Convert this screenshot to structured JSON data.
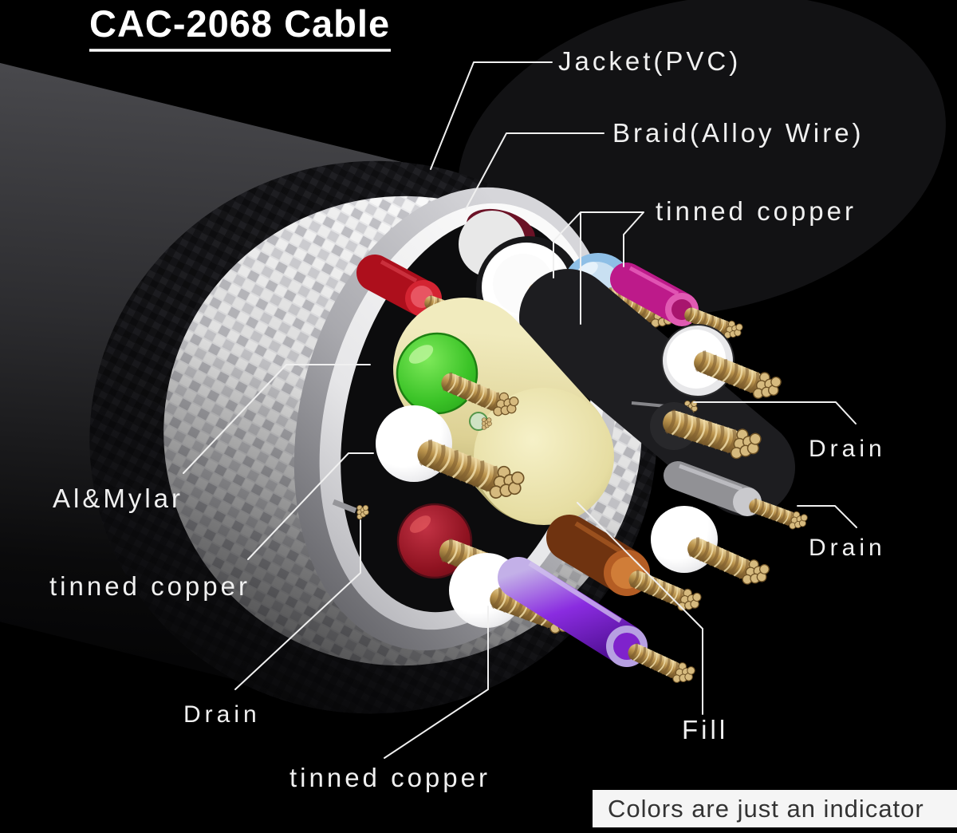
{
  "title": "CAC-2068 Cable",
  "labels": {
    "jacket": "Jacket(PVC)",
    "braid": "Braid(Alloy Wire)",
    "tinned_copper_top": "tinned copper",
    "drain_upper": "Drain",
    "drain_lower": "Drain",
    "al_mylar": "Al&Mylar",
    "tinned_copper_left": "tinned copper",
    "drain_bottom": "Drain",
    "tinned_copper_bottom": "tinned copper",
    "fill": "Fill"
  },
  "note": {
    "text": "Colors are just an indicator",
    "bg": "#f5f5f5",
    "fg": "#333333"
  },
  "cable": {
    "model": "CAC-2068",
    "layers": [
      {
        "name": "jacket-pvc",
        "color": "#141416"
      },
      {
        "name": "braid-alloy-wire",
        "color": "#e8e8e8"
      },
      {
        "name": "al-mylar-foil",
        "color": "#b9b9bd"
      },
      {
        "name": "inner-lining",
        "color": "#ededee"
      },
      {
        "name": "fill",
        "color": "#e9e2a8"
      }
    ],
    "conductors": [
      {
        "name": "red-wire",
        "color": "#c81622"
      },
      {
        "name": "white-wire",
        "color": "#f2f2f2"
      },
      {
        "name": "blue-wire",
        "color": "#8ebfe6"
      },
      {
        "name": "magenta-wire",
        "color": "#c01a8c"
      },
      {
        "name": "green-wire",
        "color": "#3cc428"
      },
      {
        "name": "dark-red-wire",
        "color": "#8e1220"
      },
      {
        "name": "orange-wire",
        "color": "#b05a22"
      },
      {
        "name": "purple-wire",
        "color": "#8a2ce0"
      },
      {
        "name": "gray-drain",
        "color": "#96969a"
      },
      {
        "name": "tinned-copper-strands",
        "color": "#c9a466"
      }
    ]
  }
}
